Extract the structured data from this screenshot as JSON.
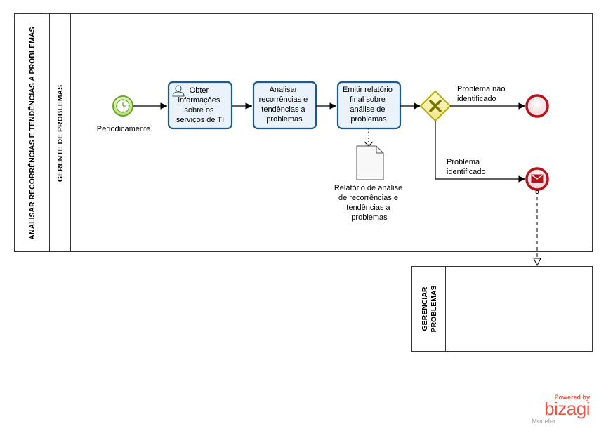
{
  "pool": {
    "title": "ANALISAR RECORRÊNCIAS E TENDÊNCIAS A PROBLEMAS",
    "lane": "GERENTE DE PROBLEMAS"
  },
  "start_event": {
    "label": "Periodicamente",
    "type": "timer"
  },
  "tasks": [
    {
      "lines": [
        "Obter",
        "informações",
        "sobre os",
        "serviços de TI"
      ],
      "type": "user"
    },
    {
      "lines": [
        "Analisar",
        "recorrências e",
        "tendências a",
        "problemas"
      ],
      "type": "none"
    },
    {
      "lines": [
        "Emitir relatório",
        "final sobre",
        "análise de",
        "problemas"
      ],
      "type": "none"
    }
  ],
  "gateway": {
    "type": "exclusive"
  },
  "flows": {
    "not_identified": [
      "Problema não",
      "identificado"
    ],
    "identified": [
      "Problema",
      "identificado"
    ]
  },
  "artifact": {
    "lines": [
      "Relatório de análise",
      "de recorrências e",
      "tendências a",
      "problemas"
    ]
  },
  "end_events": {
    "none": "end-event",
    "message": "message-end-event"
  },
  "external_pool": {
    "title_lines": [
      "GERENCIAR",
      "PROBLEMAS"
    ]
  },
  "watermark": {
    "powered": "Powered by",
    "brand": "bizagi",
    "product": "Modeler"
  },
  "colors": {
    "task_fill": "#eaf2fb",
    "task_stroke": "#1d5a8c",
    "start": "#8cc63f",
    "end": "#b5121b",
    "gateway": "#c9c200",
    "brand": "#e8584a"
  }
}
